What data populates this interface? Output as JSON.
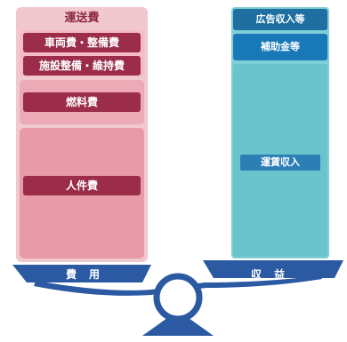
{
  "cost": {
    "title": "運送費",
    "items": [
      "車両費・整備費",
      "施設整備・維持費",
      "燃料費",
      "人件費"
    ],
    "scale_label": "費用"
  },
  "revenue": {
    "items": [
      "広告収入等",
      "補助金等",
      "運賃収入"
    ],
    "scale_label": "収益"
  },
  "colors": {
    "cost_dark": "#9b2c4a",
    "cost_light": "#f0c8cd",
    "revenue_dark": "#1979b8",
    "revenue_light": "#7fcfd8",
    "scale": "#2b5aa3"
  }
}
